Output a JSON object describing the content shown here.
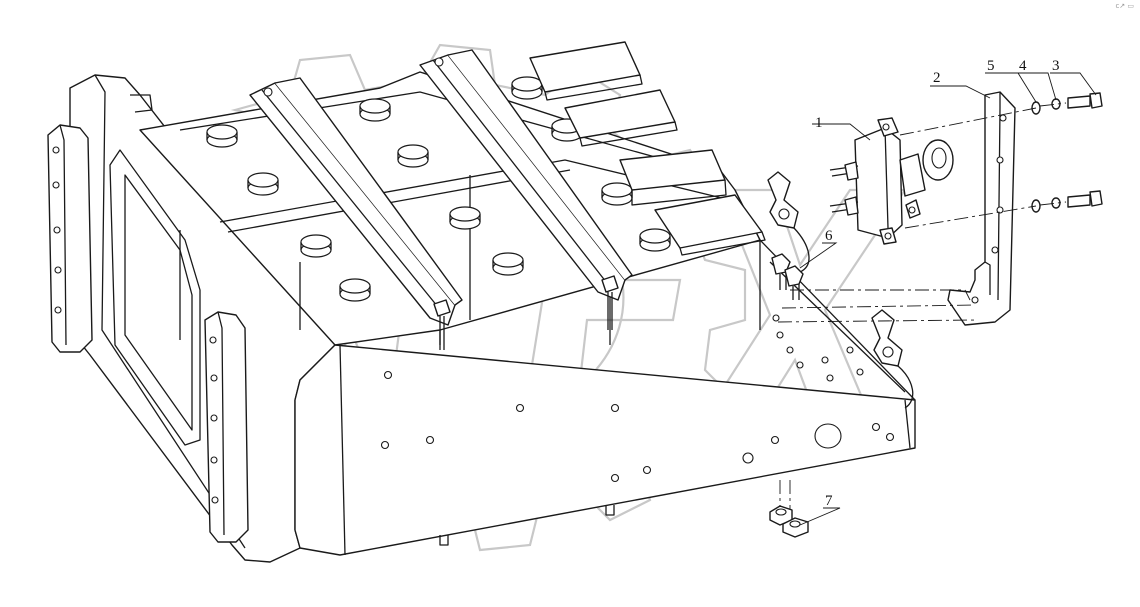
{
  "corner_mark": "c↗ ▭",
  "parts": [
    {
      "id": "1",
      "label": "1"
    },
    {
      "id": "2",
      "label": "2"
    },
    {
      "id": "3",
      "label": "3"
    },
    {
      "id": "4",
      "label": "4"
    },
    {
      "id": "5",
      "label": "5"
    },
    {
      "id": "6",
      "label": "6"
    },
    {
      "id": "7",
      "label": "7"
    }
  ],
  "watermark": {
    "text": "OPEX",
    "style": "gear-outline"
  },
  "colors": {
    "line": "#1a1a1a",
    "watermark": "#c8c8c8",
    "background": "#ffffff"
  }
}
